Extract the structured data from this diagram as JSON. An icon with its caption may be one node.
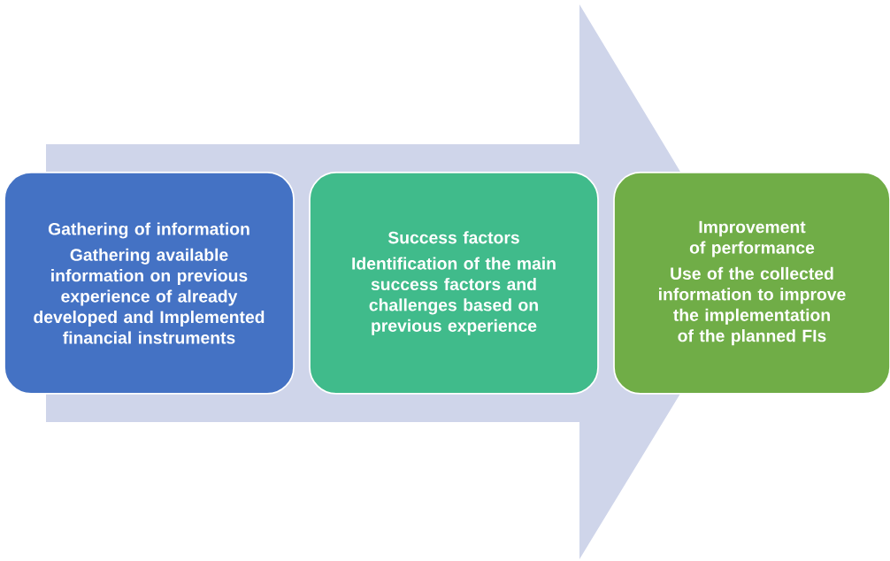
{
  "diagram": {
    "nodes": [
      {
        "text": [
          "Gathering of information",
          "Gathering available information on previous experience of already developed and Implemented financial instruments"
        ]
      },
      {
        "text": [
          "Success factors",
          "Identification of the main success factors and challenges based on previous experience"
        ]
      },
      {
        "text": [
          "Improvement of performance",
          "Use of the collected information to improve the implementation of the planned FIs"
        ]
      }
    ],
    "edges": [
      {
        "from": 0,
        "to": 2,
        "arrow": "to"
      }
    ]
  }
}
